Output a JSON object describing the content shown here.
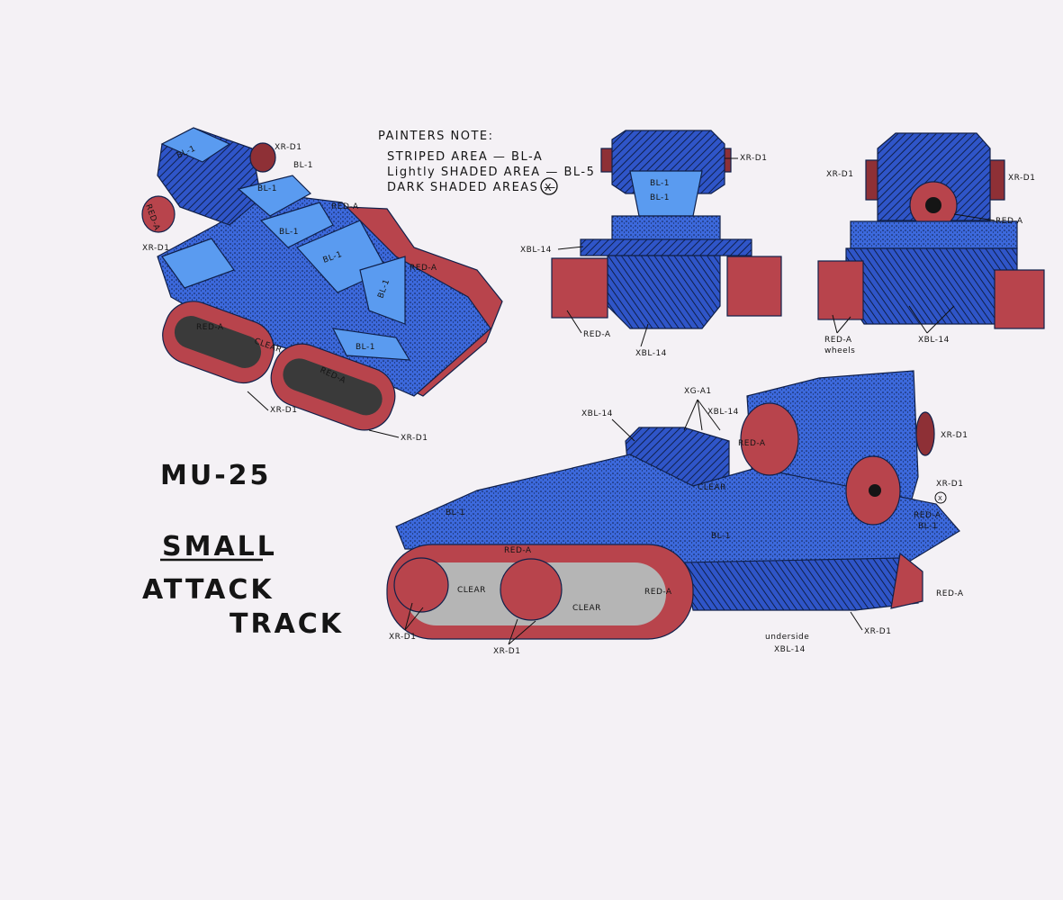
{
  "colors": {
    "paper": "#f4f1f5",
    "blue_dark": "#2f55c8",
    "blue_mid": "#3c69dc",
    "blue_light": "#5a9bf0",
    "red": "#b8444c",
    "red_dark": "#8e3036",
    "clear": "#d9d9d9",
    "ink": "#151515"
  },
  "painters_note": {
    "title": "PAINTERS NOTE:",
    "line1": "STRIPED AREA — BL-A",
    "line2": "Lightly SHADED AREA — BL-5",
    "line3": "DARK SHADED AREAS —",
    "symbol": "X"
  },
  "title_block": {
    "code": "MU-25",
    "line1": "SMALL",
    "line2": "ATTACK",
    "line3": "TRACK"
  },
  "callouts": {
    "xr_d1": "XR-D1",
    "bl_1": "BL-1",
    "red_a": "RED-A",
    "clear": "CLEAR",
    "xbl_14": "XBL-14",
    "xg_a1": "XG-A1",
    "red_a_wheels_1": "RED-A",
    "red_a_wheels_2": "wheels",
    "underside_1": "underside",
    "underside_2": "XBL-14",
    "x_symbol": "X"
  }
}
